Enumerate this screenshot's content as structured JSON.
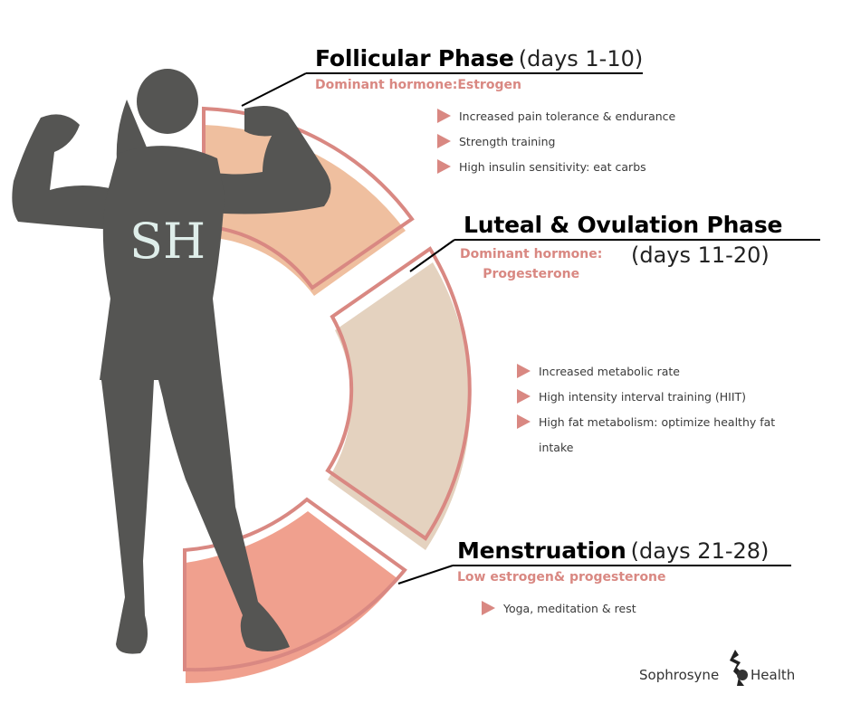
{
  "phases": [
    {
      "name": "Follicular Phase",
      "days": "(days 1-10)",
      "hormone": "Dominant hormone:Estrogen",
      "color": "#efbf9f",
      "bullets": [
        "Increased pain tolerance & endurance",
        "Strength training",
        "High insulin sensitivity: eat carbs"
      ]
    },
    {
      "name": "Luteal & Ovulation Phase",
      "days": "(days 11-20)",
      "hormone_line1": "Dominant hormone:",
      "hormone_line2": "Progesterone",
      "color": "#e4d2bf",
      "bullets": [
        "Increased metabolic rate",
        "High intensity interval training (HIIT)",
        "High fat metabolism: optimize healthy fat"
      ],
      "bullet_continuation": "intake"
    },
    {
      "name": "Menstruation",
      "days": "(days 21-28)",
      "hormone": "Low estrogen& progesterone",
      "color": "#f0a08e",
      "bullets": [
        "Yoga, meditation & rest"
      ]
    }
  ],
  "colors": {
    "outline": "#d98882",
    "silhouette": "#555553",
    "accent_text": "#d98882"
  },
  "brand": {
    "left": "Sophrosyne",
    "right": "Health",
    "monogram": "SH"
  }
}
